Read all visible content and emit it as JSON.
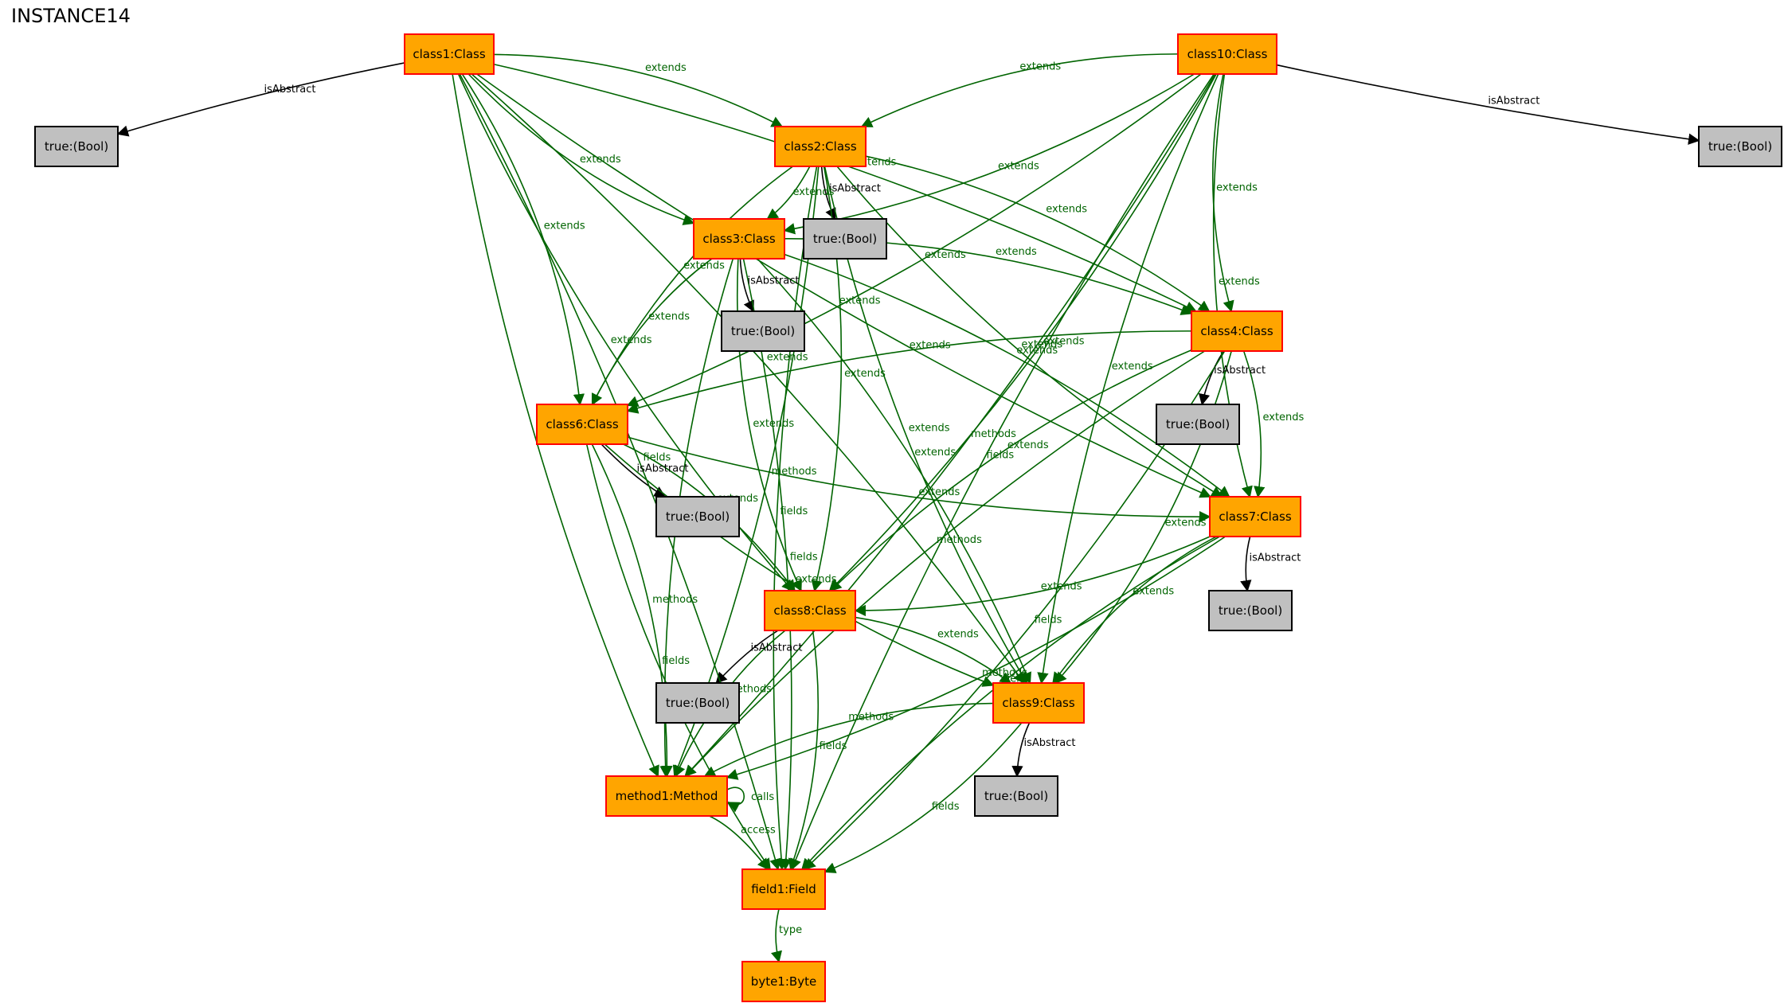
{
  "title": "INSTANCE14",
  "colors": {
    "class_fill": "#ffa500",
    "class_stroke": "#ff0000",
    "bool_fill": "#c0c0c0",
    "bool_stroke": "#000000",
    "edge_green": "#006400",
    "edge_black": "#000000"
  },
  "nodes": [
    {
      "id": "class1",
      "label": "class1:Class",
      "kind": "class"
    },
    {
      "id": "class10",
      "label": "class10:Class",
      "kind": "class"
    },
    {
      "id": "class2",
      "label": "class2:Class",
      "kind": "class"
    },
    {
      "id": "class3",
      "label": "class3:Class",
      "kind": "class"
    },
    {
      "id": "class4",
      "label": "class4:Class",
      "kind": "class"
    },
    {
      "id": "class6",
      "label": "class6:Class",
      "kind": "class"
    },
    {
      "id": "class7",
      "label": "class7:Class",
      "kind": "class"
    },
    {
      "id": "class8",
      "label": "class8:Class",
      "kind": "class"
    },
    {
      "id": "class9",
      "label": "class9:Class",
      "kind": "class"
    },
    {
      "id": "method1",
      "label": "method1:Method",
      "kind": "class"
    },
    {
      "id": "field1",
      "label": "field1:Field",
      "kind": "class"
    },
    {
      "id": "byte1",
      "label": "byte1:Byte",
      "kind": "class"
    },
    {
      "id": "b1",
      "label": "true:(Bool)",
      "kind": "bool"
    },
    {
      "id": "b10",
      "label": "true:(Bool)",
      "kind": "bool"
    },
    {
      "id": "b2",
      "label": "true:(Bool)",
      "kind": "bool"
    },
    {
      "id": "b3",
      "label": "true:(Bool)",
      "kind": "bool"
    },
    {
      "id": "b4",
      "label": "true:(Bool)",
      "kind": "bool"
    },
    {
      "id": "b6",
      "label": "true:(Bool)",
      "kind": "bool"
    },
    {
      "id": "b7",
      "label": "true:(Bool)",
      "kind": "bool"
    },
    {
      "id": "b8",
      "label": "true:(Bool)",
      "kind": "bool"
    },
    {
      "id": "b9",
      "label": "true:(Bool)",
      "kind": "bool"
    }
  ],
  "edges": [
    {
      "from": "class1",
      "to": "b1",
      "label": "isAbstract",
      "color": "black"
    },
    {
      "from": "class10",
      "to": "b10",
      "label": "isAbstract",
      "color": "black"
    },
    {
      "from": "class2",
      "to": "b2",
      "label": "isAbstract",
      "color": "black"
    },
    {
      "from": "class3",
      "to": "b3",
      "label": "isAbstract",
      "color": "black"
    },
    {
      "from": "class4",
      "to": "b4",
      "label": "isAbstract",
      "color": "black"
    },
    {
      "from": "class6",
      "to": "b6",
      "label": "isAbstract",
      "color": "black"
    },
    {
      "from": "class7",
      "to": "b7",
      "label": "isAbstract",
      "color": "black"
    },
    {
      "from": "class8",
      "to": "b8",
      "label": "isAbstract",
      "color": "black"
    },
    {
      "from": "class9",
      "to": "b9",
      "label": "isAbstract",
      "color": "black"
    },
    {
      "from": "class1",
      "to": "class2",
      "label": "extends",
      "color": "green"
    },
    {
      "from": "class1",
      "to": "class3",
      "label": "extends",
      "color": "green"
    },
    {
      "from": "class1",
      "to": "class6",
      "label": "extends",
      "color": "green"
    },
    {
      "from": "class1",
      "to": "class8",
      "label": "extends",
      "color": "green"
    },
    {
      "from": "class1",
      "to": "class4",
      "label": "extends",
      "color": "green"
    },
    {
      "from": "class1",
      "to": "class7",
      "label": "extends",
      "color": "green"
    },
    {
      "from": "class1",
      "to": "class9",
      "label": "extends",
      "color": "green"
    },
    {
      "from": "class1",
      "to": "method1",
      "label": "methods",
      "color": "green"
    },
    {
      "from": "class1",
      "to": "field1",
      "label": "fields",
      "color": "green"
    },
    {
      "from": "class10",
      "to": "class2",
      "label": "extends",
      "color": "green"
    },
    {
      "from": "class10",
      "to": "class3",
      "label": "extends",
      "color": "green"
    },
    {
      "from": "class10",
      "to": "class4",
      "label": "extends",
      "color": "green"
    },
    {
      "from": "class10",
      "to": "class6",
      "label": "extends",
      "color": "green"
    },
    {
      "from": "class10",
      "to": "class7",
      "label": "extends",
      "color": "green"
    },
    {
      "from": "class10",
      "to": "class8",
      "label": "extends",
      "color": "green"
    },
    {
      "from": "class10",
      "to": "class9",
      "label": "extends",
      "color": "green"
    },
    {
      "from": "class10",
      "to": "method1",
      "label": "methods",
      "color": "green"
    },
    {
      "from": "class10",
      "to": "field1",
      "label": "fields",
      "color": "green"
    },
    {
      "from": "class2",
      "to": "class3",
      "label": "extends",
      "color": "green"
    },
    {
      "from": "class2",
      "to": "class6",
      "label": "extends",
      "color": "green"
    },
    {
      "from": "class2",
      "to": "class4",
      "label": "extends",
      "color": "green"
    },
    {
      "from": "class2",
      "to": "class7",
      "label": "extends",
      "color": "green"
    },
    {
      "from": "class2",
      "to": "class8",
      "label": "extends",
      "color": "green"
    },
    {
      "from": "class2",
      "to": "class9",
      "label": "extends",
      "color": "green"
    },
    {
      "from": "class2",
      "to": "method1",
      "label": "methods",
      "color": "green"
    },
    {
      "from": "class2",
      "to": "field1",
      "label": "fields",
      "color": "green"
    },
    {
      "from": "class3",
      "to": "class4",
      "label": "extends",
      "color": "green"
    },
    {
      "from": "class3",
      "to": "class6",
      "label": "extends",
      "color": "green"
    },
    {
      "from": "class3",
      "to": "class7",
      "label": "extends",
      "color": "green"
    },
    {
      "from": "class3",
      "to": "class8",
      "label": "extends",
      "color": "green"
    },
    {
      "from": "class3",
      "to": "class9",
      "label": "extends",
      "color": "green"
    },
    {
      "from": "class3",
      "to": "method1",
      "label": "methods",
      "color": "green"
    },
    {
      "from": "class3",
      "to": "field1",
      "label": "fields",
      "color": "green"
    },
    {
      "from": "class4",
      "to": "class6",
      "label": "extends",
      "color": "green"
    },
    {
      "from": "class4",
      "to": "class7",
      "label": "extends",
      "color": "green"
    },
    {
      "from": "class4",
      "to": "class8",
      "label": "extends",
      "color": "green"
    },
    {
      "from": "class4",
      "to": "class9",
      "label": "extends",
      "color": "green"
    },
    {
      "from": "class4",
      "to": "method1",
      "label": "methods",
      "color": "green"
    },
    {
      "from": "class4",
      "to": "field1",
      "label": "fields",
      "color": "green"
    },
    {
      "from": "class6",
      "to": "class7",
      "label": "extends",
      "color": "green"
    },
    {
      "from": "class6",
      "to": "class8",
      "label": "extends",
      "color": "green"
    },
    {
      "from": "class6",
      "to": "class9",
      "label": "extends",
      "color": "green"
    },
    {
      "from": "class6",
      "to": "method1",
      "label": "methods",
      "color": "green"
    },
    {
      "from": "class6",
      "to": "field1",
      "label": "fields",
      "color": "green"
    },
    {
      "from": "class7",
      "to": "class8",
      "label": "extends",
      "color": "green"
    },
    {
      "from": "class7",
      "to": "class9",
      "label": "extends",
      "color": "green"
    },
    {
      "from": "class7",
      "to": "method1",
      "label": "methods",
      "color": "green"
    },
    {
      "from": "class7",
      "to": "field1",
      "label": "fields",
      "color": "green"
    },
    {
      "from": "class8",
      "to": "class9",
      "label": "extends",
      "color": "green"
    },
    {
      "from": "class8",
      "to": "method1",
      "label": "methods",
      "color": "green"
    },
    {
      "from": "class8",
      "to": "field1",
      "label": "fields",
      "color": "green"
    },
    {
      "from": "class9",
      "to": "method1",
      "label": "methods",
      "color": "green"
    },
    {
      "from": "class9",
      "to": "field1",
      "label": "fields",
      "color": "green"
    },
    {
      "from": "method1",
      "to": "method1",
      "label": "calls",
      "color": "green"
    },
    {
      "from": "method1",
      "to": "field1",
      "label": "access",
      "color": "green"
    },
    {
      "from": "field1",
      "to": "byte1",
      "label": "type",
      "color": "green"
    }
  ]
}
